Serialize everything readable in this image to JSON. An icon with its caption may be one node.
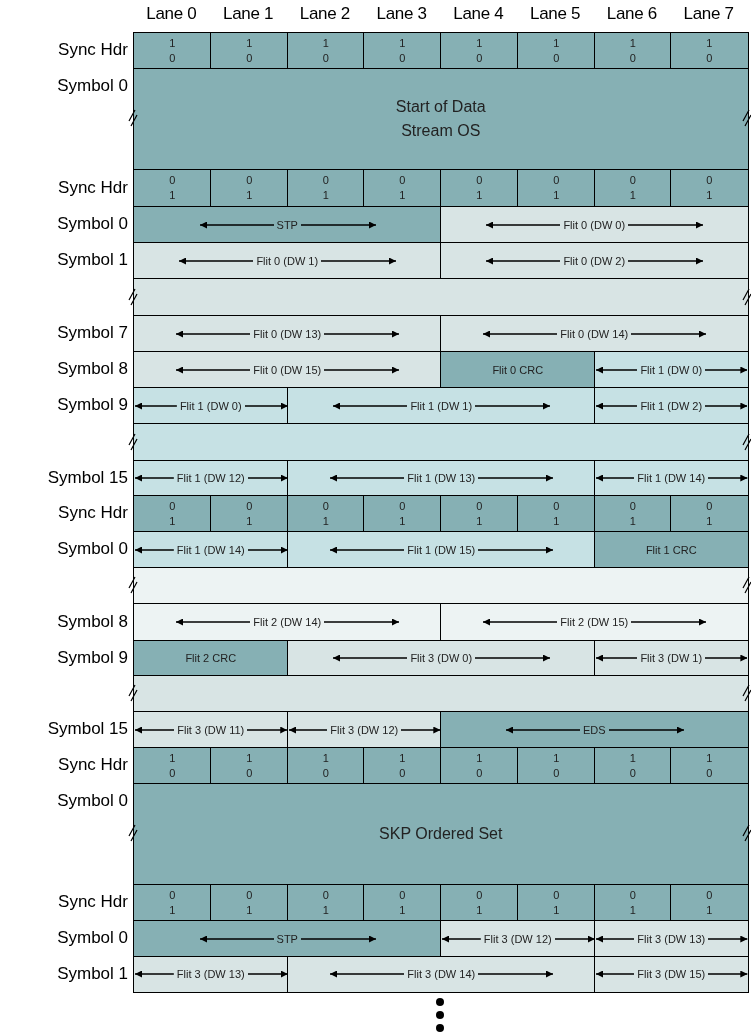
{
  "diagram": {
    "nodes": [
      {
        "text": [
          "1 0"
        ]
      },
      {
        "text": [
          "1 0"
        ]
      },
      {
        "text": [
          "1 0"
        ]
      },
      {
        "text": [
          "1 0"
        ]
      },
      {
        "text": [
          "1 0"
        ]
      },
      {
        "text": [
          "1 0"
        ]
      },
      {
        "text": [
          "1 0"
        ]
      },
      {
        "text": [
          "1 0"
        ]
      },
      {
        "text": [
          "Start of Data Stream OS"
        ]
      },
      {
        "text": [
          "0 1"
        ]
      },
      {
        "text": [
          "0 1"
        ]
      },
      {
        "text": [
          "0 1"
        ]
      },
      {
        "text": [
          "0 1"
        ]
      },
      {
        "text": [
          "0 1"
        ]
      },
      {
        "text": [
          "0 1"
        ]
      },
      {
        "text": [
          "0 1"
        ]
      },
      {
        "text": [
          "0 1"
        ]
      },
      {
        "text": [
          "STP"
        ]
      },
      {
        "text": [
          "Flit 0 (DW 0)"
        ]
      },
      {
        "text": [
          "Flit 0 (DW 1)"
        ]
      },
      {
        "text": [
          "Flit 0 (DW 2)"
        ]
      },
      {
        "text": [],
        "shape": "bar"
      },
      {
        "text": [
          "Flit 0 (DW 13)"
        ]
      },
      {
        "text": [
          "Flit 0 (DW 14)"
        ]
      },
      {
        "text": [
          "Flit 0 (DW 15)"
        ]
      },
      {
        "text": [
          "Flit 0 CRC"
        ]
      },
      {
        "text": [
          "Flit 1 (DW 0)"
        ]
      },
      {
        "text": [
          "Flit 1 (DW 0)"
        ]
      },
      {
        "text": [
          "Flit 1 (DW 1)"
        ]
      },
      {
        "text": [
          "Flit 1 (DW 2)"
        ]
      },
      {
        "text": [],
        "shape": "bar"
      },
      {
        "text": [
          "Flit 1 (DW 12)"
        ]
      },
      {
        "text": [
          "Flit 1 (DW 13)"
        ]
      },
      {
        "text": [
          "Flit 1 (DW 14)"
        ]
      },
      {
        "text": [
          "0 1"
        ]
      },
      {
        "text": [
          "0 1"
        ]
      },
      {
        "text": [
          "0 1"
        ]
      },
      {
        "text": [
          "0 1"
        ]
      },
      {
        "text": [
          "0 1"
        ]
      },
      {
        "text": [
          "0 1"
        ]
      },
      {
        "text": [
          "0 1"
        ]
      },
      {
        "text": [
          "0 1"
        ]
      },
      {
        "text": [
          "Flit 1 (DW 14)"
        ]
      },
      {
        "text": [
          "Flit 1 (DW 15)"
        ]
      },
      {
        "text": [
          "Flit 1 CRC"
        ]
      },
      {
        "text": [],
        "shape": "bar"
      },
      {
        "text": [
          "Flit 2 (DW 14)"
        ]
      },
      {
        "text": [
          "Flit 2 (DW 15)"
        ]
      },
      {
        "text": [
          "Flit 2 CRC"
        ]
      },
      {
        "text": [
          "Flit 3 (DW 0)"
        ]
      },
      {
        "text": [
          "Flit 3 (DW 1)"
        ]
      },
      {
        "text": [],
        "shape": "bar"
      },
      {
        "text": [
          "Flit 3 (DW 11)"
        ]
      },
      {
        "text": [
          "Flit 3 (DW 12)"
        ]
      },
      {
        "text": [
          "EDS"
        ]
      },
      {
        "text": [
          "1 0"
        ]
      },
      {
        "text": [
          "1 0"
        ]
      },
      {
        "text": [
          "1 0"
        ]
      },
      {
        "text": [
          "1 0"
        ]
      },
      {
        "text": [
          "1 0"
        ]
      },
      {
        "text": [
          "1 0"
        ]
      },
      {
        "text": [
          "1 0"
        ]
      },
      {
        "text": [
          "1 0"
        ]
      },
      {
        "text": [
          "SKP Ordered Set"
        ]
      },
      {
        "text": [
          "0 1"
        ]
      },
      {
        "text": [
          "0 1"
        ]
      },
      {
        "text": [
          "0 1"
        ]
      },
      {
        "text": [
          "0 1"
        ]
      },
      {
        "text": [
          "0 1"
        ]
      },
      {
        "text": [
          "0 1"
        ]
      },
      {
        "text": [
          "0 1"
        ]
      },
      {
        "text": [
          "0 1"
        ]
      },
      {
        "text": [
          "STP"
        ]
      },
      {
        "text": [
          "Flit 3 (DW 12)"
        ]
      },
      {
        "text": [
          "Flit 3 (DW 13)"
        ]
      },
      {
        "text": [
          "Flit 3 (DW 13)"
        ]
      },
      {
        "text": [
          "Flit 3 (DW 14)"
        ]
      },
      {
        "text": [
          "Flit 3 (DW 15)"
        ]
      }
    ],
    "edges": [],
    "labels": [
      "Lane 0",
      "Lane 1",
      "Lane 2",
      "Lane 3",
      "Lane 4",
      "Lane 5",
      "Lane 6",
      "Lane 7",
      "Sync Hdr",
      "Symbol 0",
      "Sync Hdr",
      "Symbol 0",
      "Symbol 1",
      "Symbol 7",
      "Symbol 8",
      "Symbol 9",
      "Symbol 15",
      "Sync Hdr",
      "Symbol 0",
      "Symbol 8",
      "Symbol 9",
      "Symbol 15",
      "Sync Hdr",
      "Symbol 0",
      "Sync Hdr",
      "Symbol 0",
      "Symbol 1"
    ]
  }
}
